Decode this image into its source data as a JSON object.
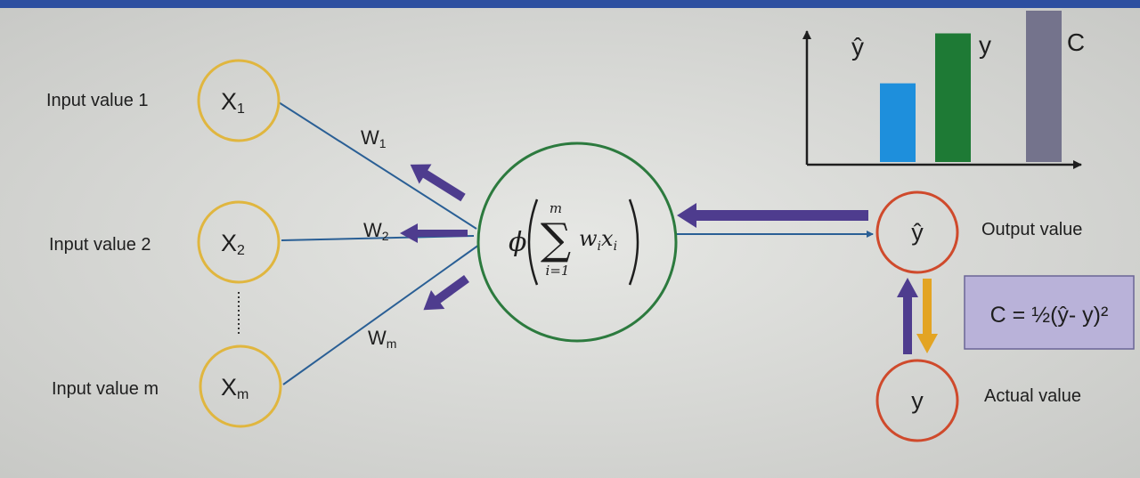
{
  "inputs": [
    {
      "label": "Input value 1",
      "node": "X",
      "sub": "1",
      "weight": "W",
      "weight_sub": "1"
    },
    {
      "label": "Input value 2",
      "node": "X",
      "sub": "2",
      "weight": "W",
      "weight_sub": "2"
    },
    {
      "label": "Input value m",
      "node": "X",
      "sub": "m",
      "weight": "W",
      "weight_sub": "m"
    }
  ],
  "neuron": {
    "phi": "ϕ",
    "sum_top": "m",
    "sum_bottom": "i=1",
    "sigma": "∑",
    "term_w": "w",
    "term_x": "x",
    "term_sub": "i"
  },
  "output": {
    "node": "ŷ",
    "label": "Output value"
  },
  "actual": {
    "node": "y",
    "label": "Actual value"
  },
  "cost_formula": "C = ½(ŷ- y)²",
  "chart_data": {
    "type": "bar",
    "categories": [
      "ŷ",
      "y",
      "C"
    ],
    "values": [
      0.52,
      0.85,
      1.0
    ],
    "colors": [
      "#1e8fdc",
      "#1e7a35",
      "#74738c"
    ],
    "ylim": [
      0,
      1.0
    ],
    "title": "",
    "xlabel": "",
    "ylabel": ""
  },
  "colors": {
    "input_ring": "#e0b63f",
    "neuron_ring": "#2c7a3e",
    "output_ring": "#cf4a2c",
    "line": "#2a5f95",
    "back_arrow": "#4e3c8e",
    "down_arrow": "#e3a423",
    "formula_box": "#b9b2d9"
  }
}
